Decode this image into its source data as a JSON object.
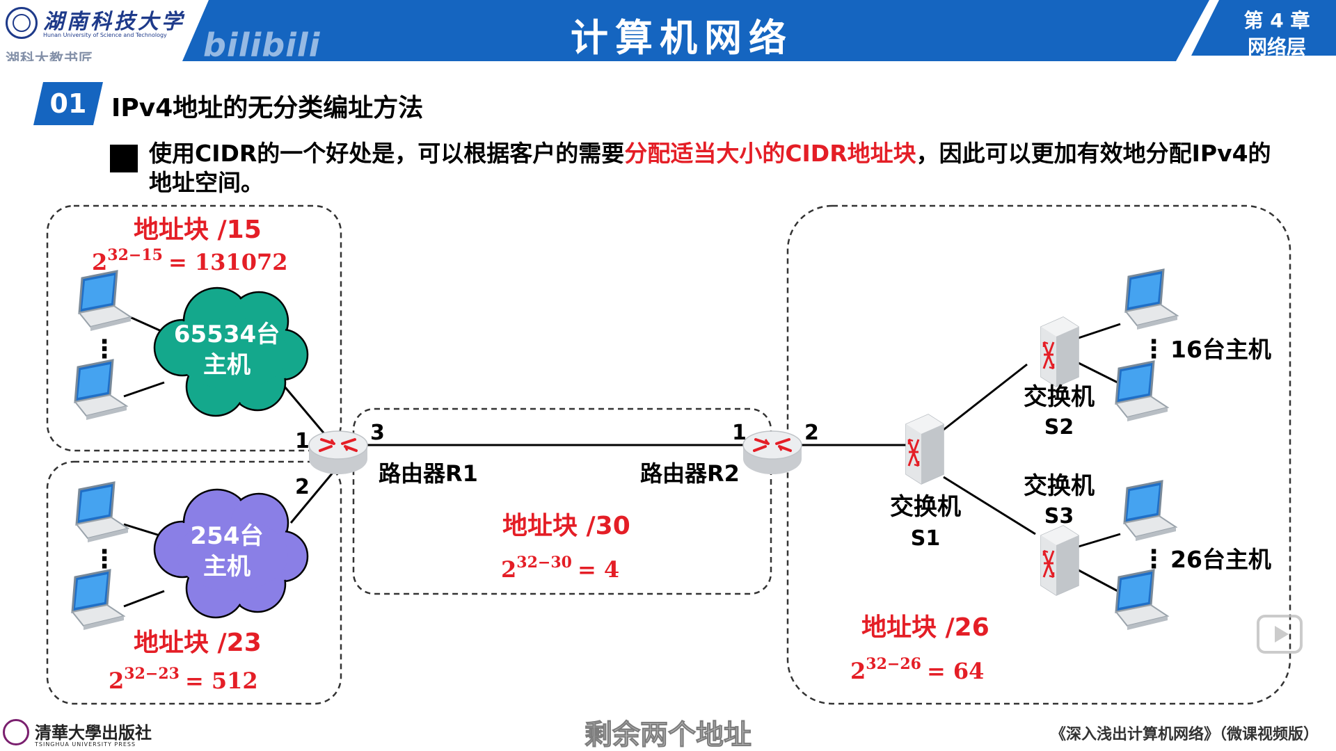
{
  "header": {
    "logo_cn": "湖南科技大学",
    "logo_en": "Hunan University of Science and Technology",
    "logo_sub": "湖科大教书匠",
    "watermark": "bilibili",
    "course_title": "计算机网络",
    "chapter_num": "第 4 章",
    "chapter_name": "网络层"
  },
  "section": {
    "number": "01",
    "title": "IPv4地址的无分类编址方法"
  },
  "bullet": {
    "before": "使用CIDR的一个好处是，可以根据客户的需要",
    "highlight": "分配适当大小的CIDR地址块",
    "after": "，因此可以更加有效地分配IPv4的地址空间。"
  },
  "diagram": {
    "block15": {
      "title": "地址块 /15",
      "base": "2",
      "exp": "32−15",
      "result": "= 131072"
    },
    "block23": {
      "title": "地址块 /23",
      "base": "2",
      "exp": "32−23",
      "result": "= 512"
    },
    "block30": {
      "title": "地址块 /30",
      "base": "2",
      "exp": "32−30",
      "result": "= 4"
    },
    "block26": {
      "title": "地址块 /26",
      "base": "2",
      "exp": "32−26",
      "result": "= 64"
    },
    "cloud1": {
      "line1": "65534台",
      "line2": "主机",
      "color": "#14a88c"
    },
    "cloud2": {
      "line1": "254台",
      "line2": "主机",
      "color": "#8a7fe6"
    },
    "router1": {
      "name": "路由器R1",
      "port1": "1",
      "port2": "2",
      "port3": "3"
    },
    "router2": {
      "name": "路由器R2",
      "port1": "1",
      "port2": "2"
    },
    "switch1": {
      "name": "交换机",
      "id": "S1"
    },
    "switch2": {
      "name": "交换机",
      "id": "S2"
    },
    "switch3": {
      "name": "交换机",
      "id": "S3"
    },
    "hosts16": "16台主机",
    "hosts26": "26台主机",
    "ellipsis": "⋮"
  },
  "footer": {
    "publisher": "清華大學出版社",
    "publisher_en": "TSINGHUA UNIVERSITY PRESS",
    "subtitle": "剩余两个地址",
    "book_title": "《深入浅出计算机网络》（微课视频版）"
  },
  "colors": {
    "brand_blue": "#1565C0",
    "highlight_red": "#e41e26"
  }
}
